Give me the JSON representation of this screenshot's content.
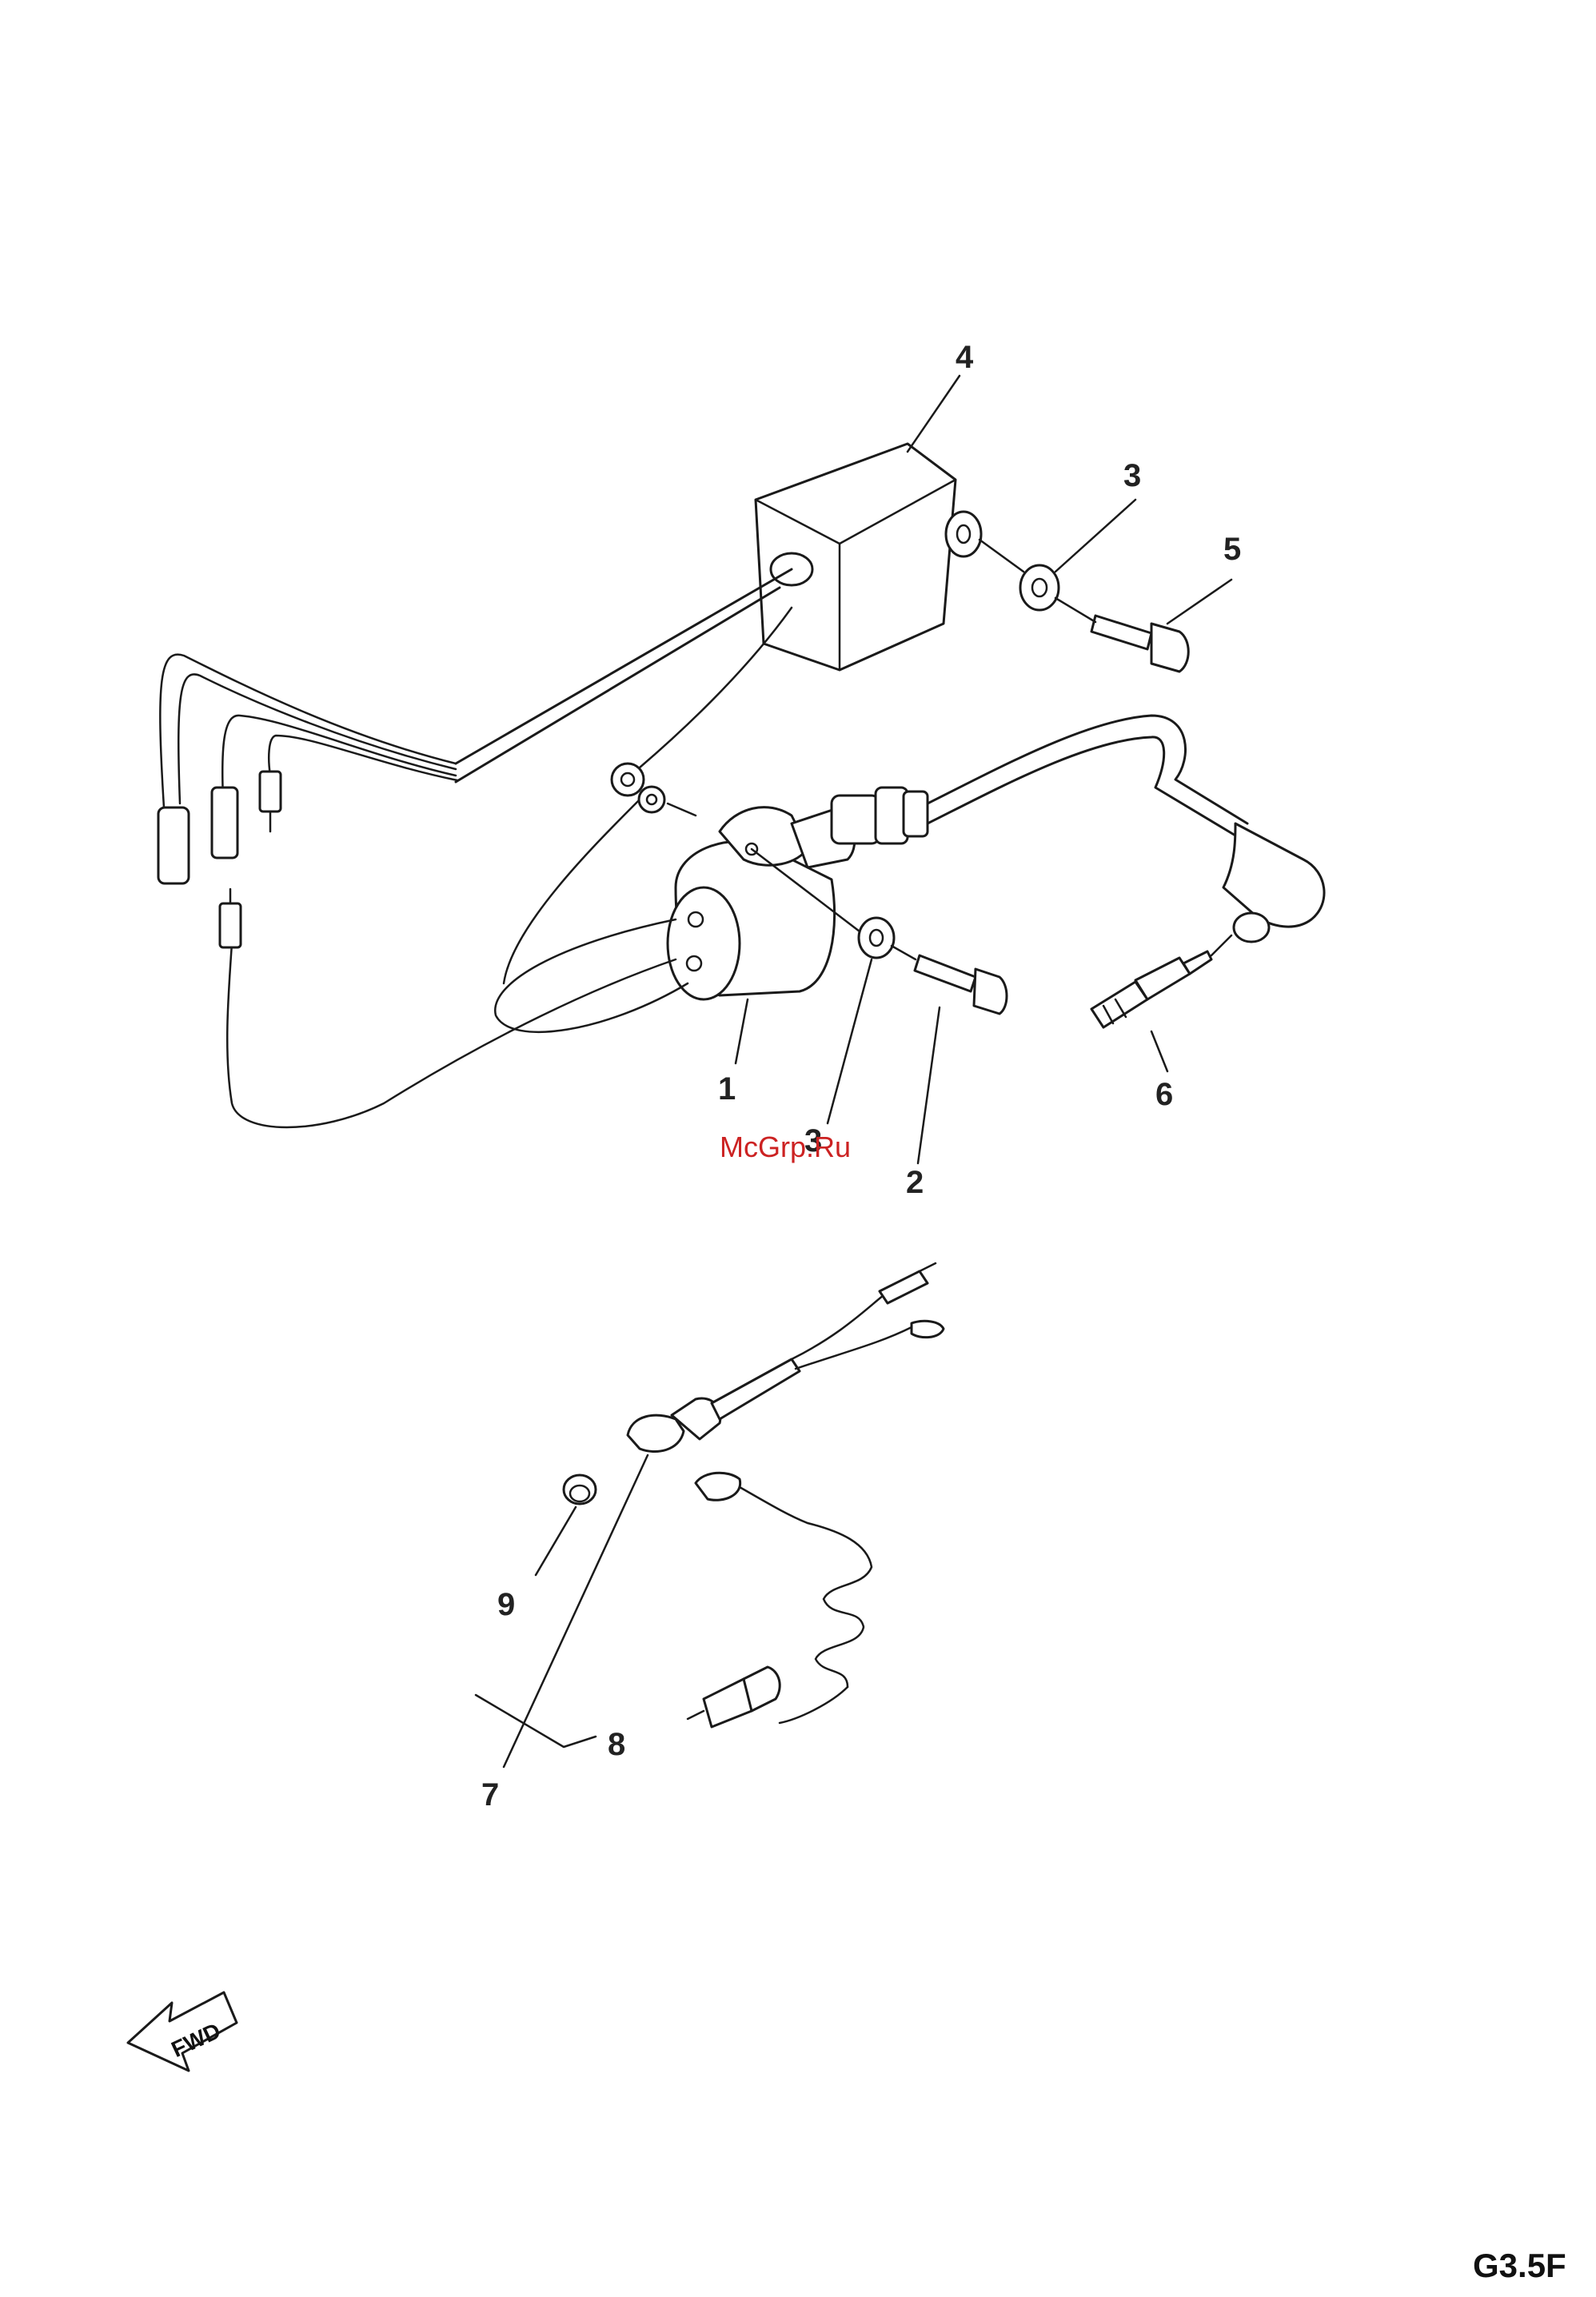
{
  "callouts": {
    "c1": "1",
    "c2": "2",
    "c3a": "3",
    "c3b": "3",
    "c4": "4",
    "c5": "5",
    "c6": "6",
    "c7": "7",
    "c8": "8",
    "c9": "9"
  },
  "watermark": "McGrp.Ru",
  "direction_label": "FWD",
  "page_code": "G3.5F",
  "colors": {
    "line": "#1a1a1a",
    "watermark": "#cc2222"
  }
}
